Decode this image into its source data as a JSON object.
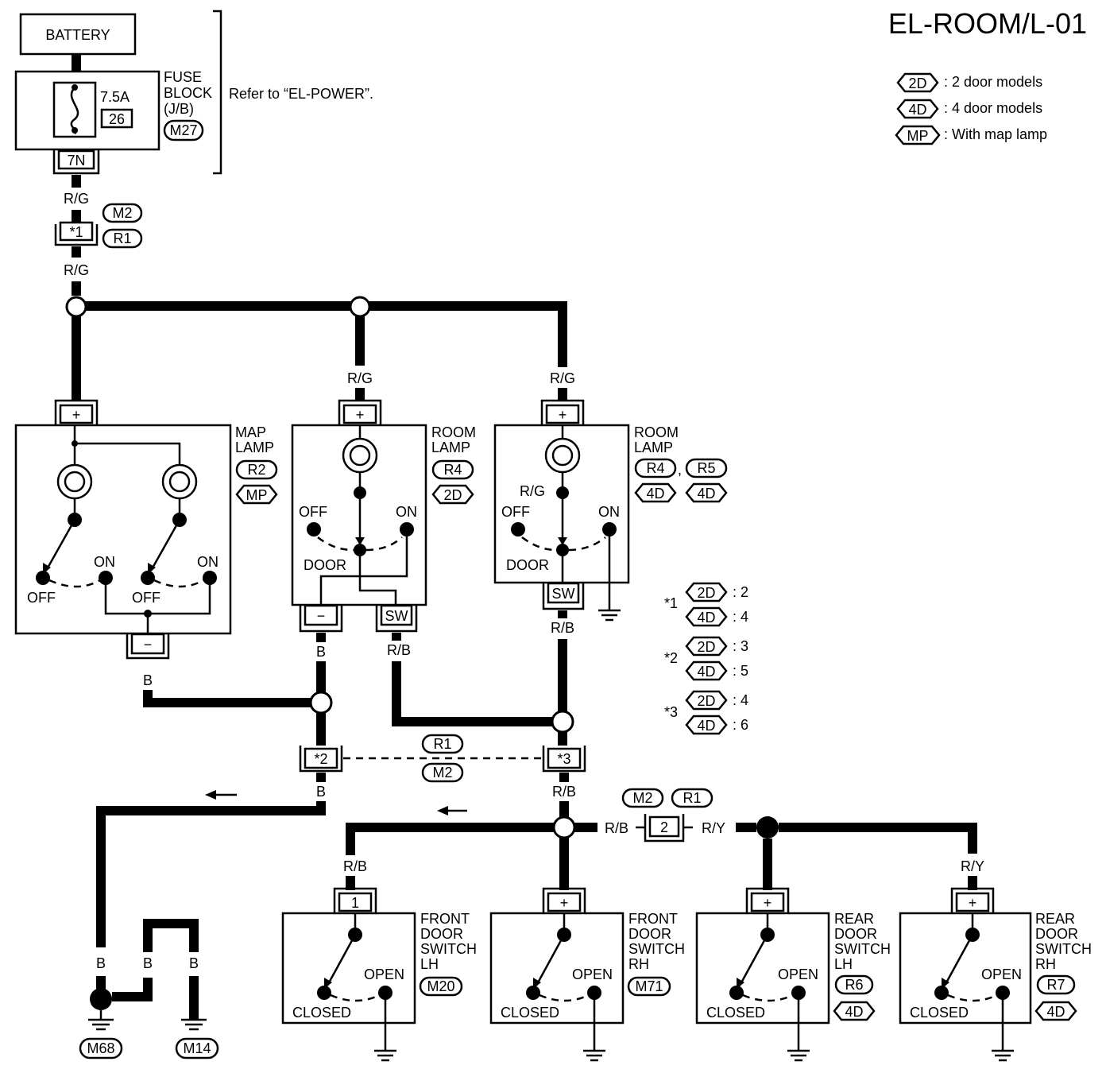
{
  "diagram_id": "EL-ROOM/L-01",
  "legend": [
    {
      "code": "2D",
      "desc": ": 2 door models"
    },
    {
      "code": "4D",
      "desc": ": 4 door models"
    },
    {
      "code": "MP",
      "desc": ": With map lamp"
    }
  ],
  "battery": "BATTERY",
  "fuse_block": {
    "name": [
      "FUSE",
      "BLOCK",
      "(J/B)"
    ],
    "connector": "M27",
    "amps": "7.5A",
    "fuse_no": "26",
    "terminal": "7N",
    "refer": "Refer to “EL-POWER”."
  },
  "wires": {
    "rg": "R/G",
    "rb": "R/B",
    "ry": "R/Y",
    "b": "B"
  },
  "connectors": {
    "c1": {
      "label": "*1",
      "codes": [
        "M2",
        "R1"
      ]
    },
    "c2": {
      "label": "*2"
    },
    "c3": {
      "label": "*3"
    },
    "c23_codes": [
      "R1",
      "M2"
    ],
    "c_2": {
      "label": "2",
      "codes": [
        "M2",
        "R1"
      ]
    }
  },
  "map_lamp": {
    "name": [
      "MAP",
      "LAMP"
    ],
    "codes": [
      "R2"
    ],
    "options": [
      "MP"
    ],
    "plus": "+",
    "minus": "−",
    "on": "ON",
    "off": "OFF"
  },
  "room_lamp_2d": {
    "name": [
      "ROOM",
      "LAMP"
    ],
    "codes": [
      "R4"
    ],
    "options": [
      "2D"
    ],
    "plus": "+",
    "minus": "−",
    "sw": "SW",
    "on": "ON",
    "off": "OFF",
    "door": "DOOR"
  },
  "room_lamp_4d": {
    "name": [
      "ROOM",
      "LAMP"
    ],
    "codes": [
      "R4",
      "R5"
    ],
    "sep": ",",
    "options": [
      "4D",
      "4D"
    ],
    "plus": "+",
    "sw": "SW",
    "on": "ON",
    "off": "OFF",
    "door": "DOOR",
    "inner_wire": "R/G"
  },
  "notes": [
    {
      "mark": "*1",
      "rows": [
        {
          "code": "2D",
          "val": ": 2"
        },
        {
          "code": "4D",
          "val": ": 4"
        }
      ]
    },
    {
      "mark": "*2",
      "rows": [
        {
          "code": "2D",
          "val": ": 3"
        },
        {
          "code": "4D",
          "val": ": 5"
        }
      ]
    },
    {
      "mark": "*3",
      "rows": [
        {
          "code": "2D",
          "val": ": 4"
        },
        {
          "code": "4D",
          "val": ": 6"
        }
      ]
    }
  ],
  "switches": [
    {
      "name": [
        "FRONT",
        "DOOR",
        "SWITCH",
        "LH"
      ],
      "code": "M20",
      "terminal": "1",
      "closed": "CLOSED",
      "open": "OPEN"
    },
    {
      "name": [
        "FRONT",
        "DOOR",
        "SWITCH",
        "RH"
      ],
      "code": "M71",
      "terminal": "+",
      "closed": "CLOSED",
      "open": "OPEN"
    },
    {
      "name": [
        "REAR",
        "DOOR",
        "SWITCH",
        "LH"
      ],
      "code": "R6",
      "option": "4D",
      "terminal": "+",
      "closed": "CLOSED",
      "open": "OPEN"
    },
    {
      "name": [
        "REAR",
        "DOOR",
        "SWITCH",
        "RH"
      ],
      "code": "R7",
      "option": "4D",
      "terminal": "+",
      "closed": "CLOSED",
      "open": "OPEN"
    }
  ],
  "grounds": [
    "M68",
    "M14"
  ]
}
